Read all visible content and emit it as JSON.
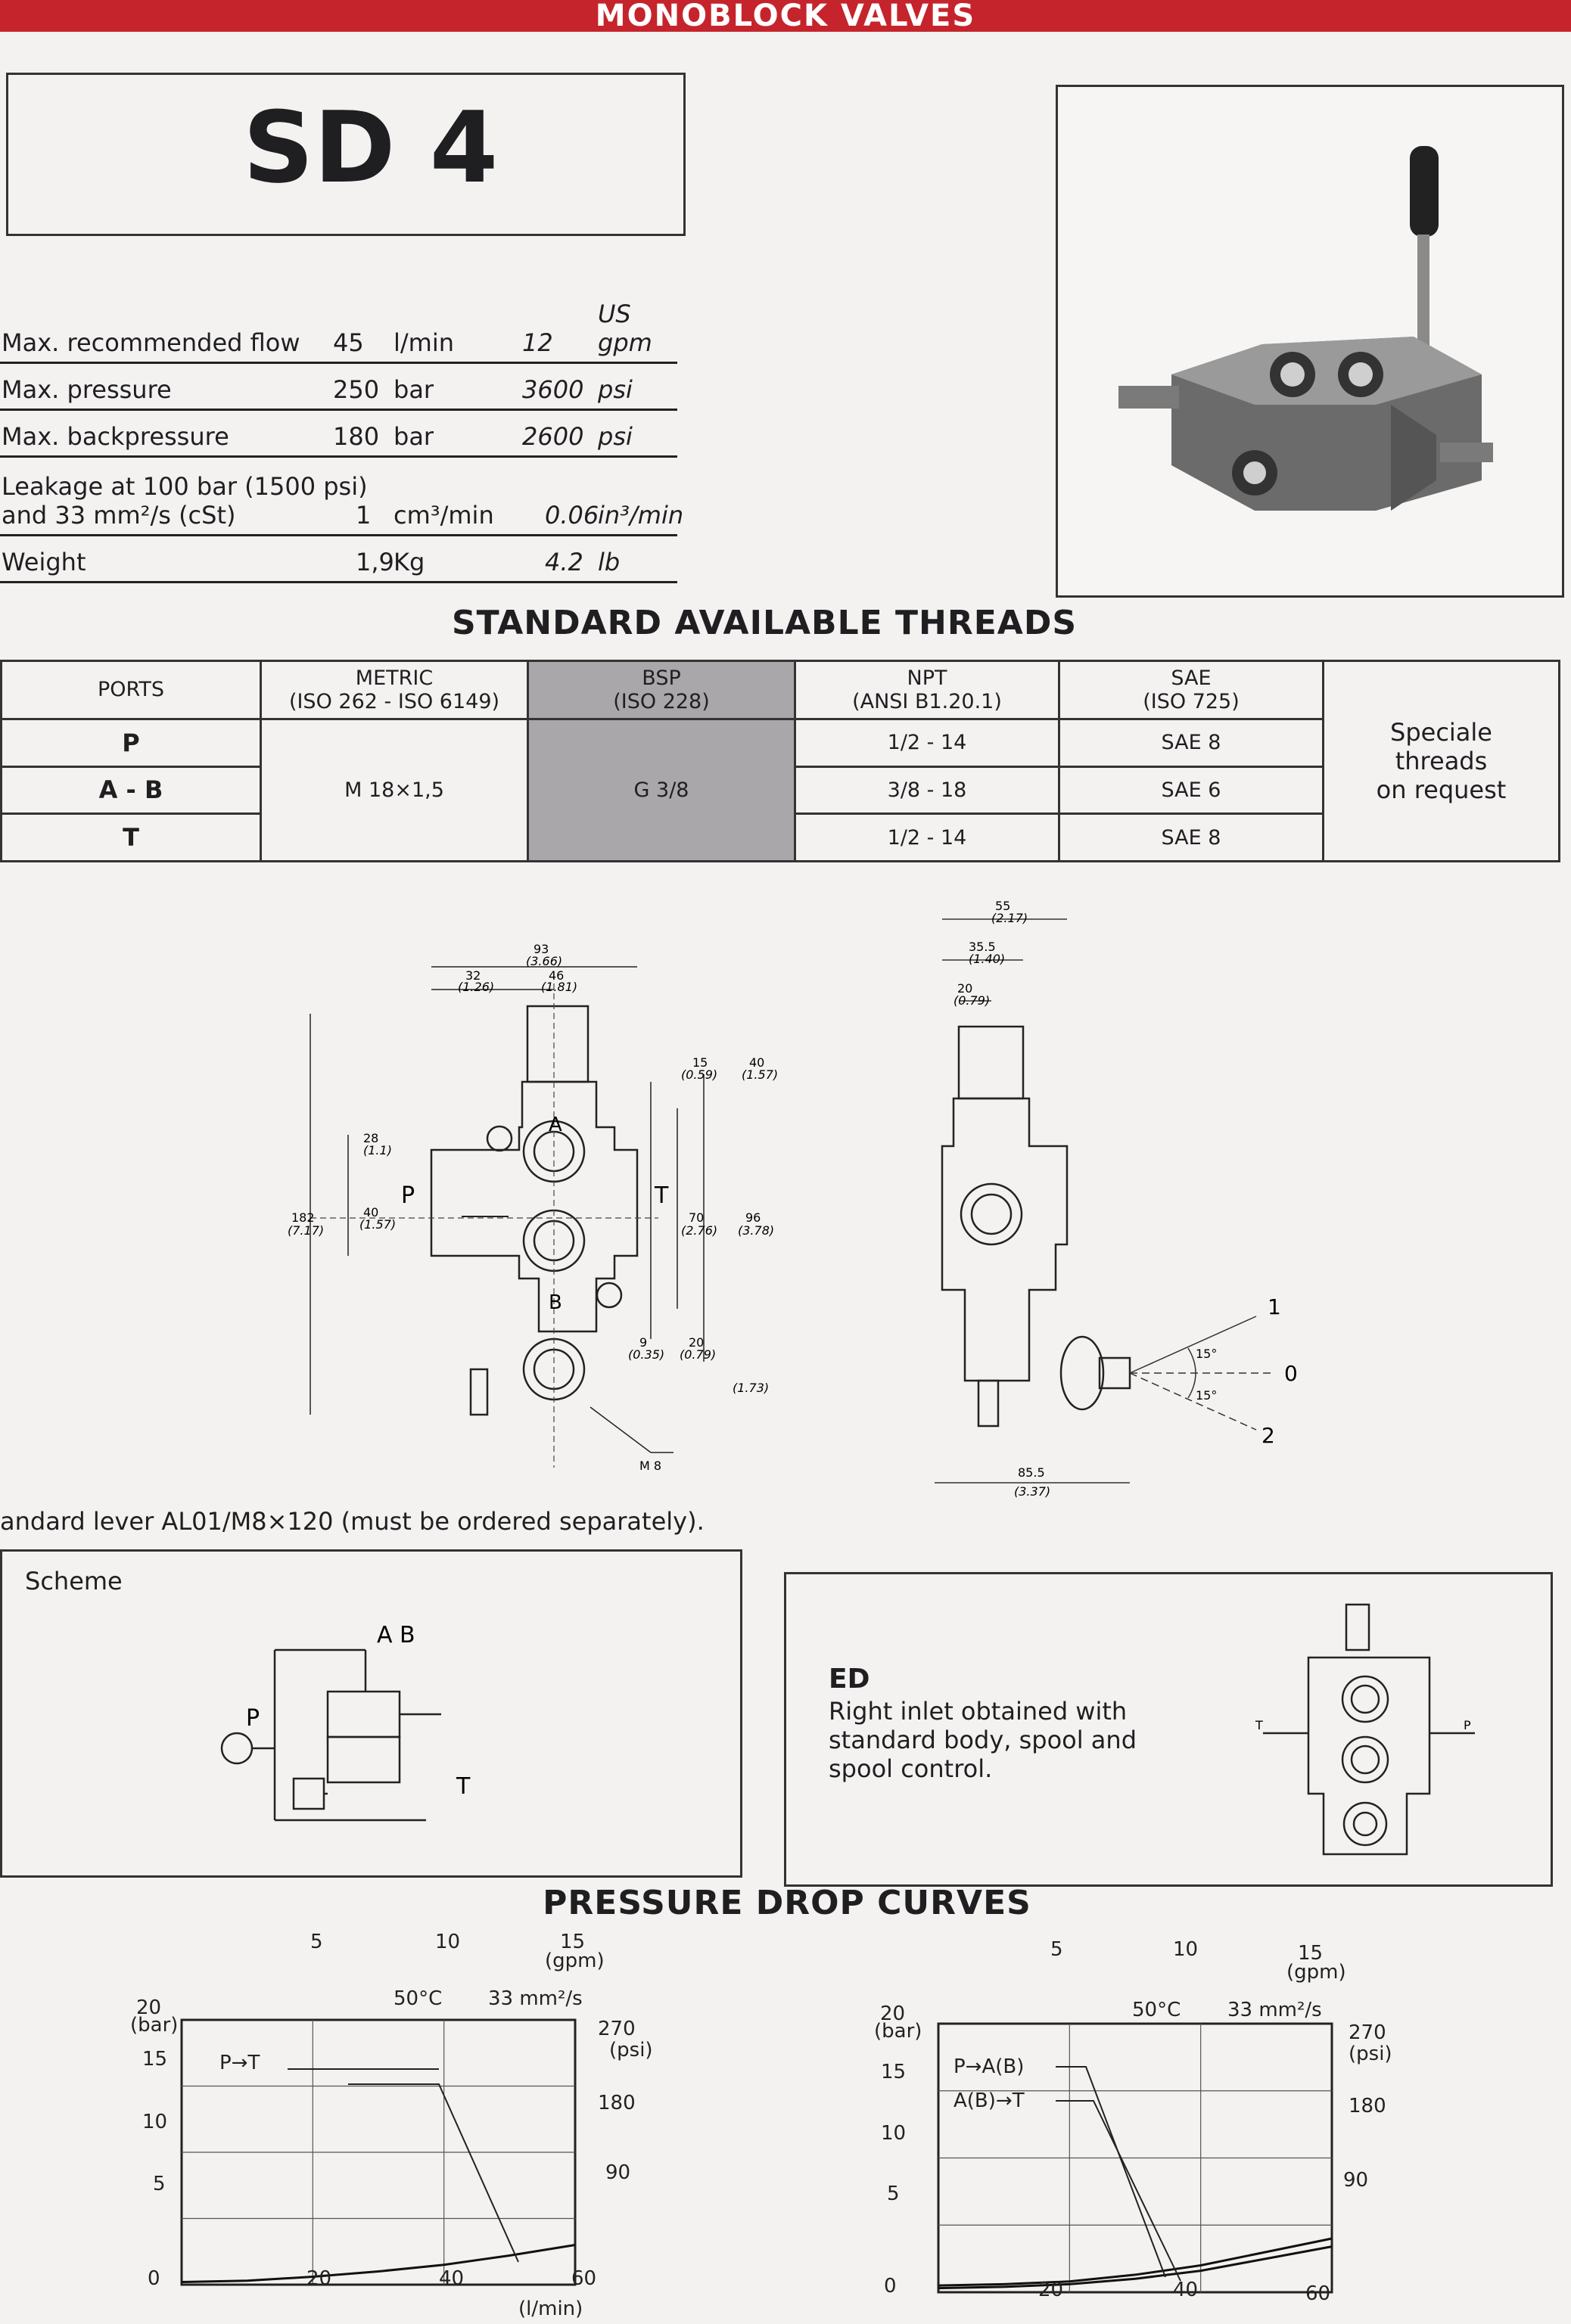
{
  "header": {
    "title": "MONOBLOCK VALVES"
  },
  "model": {
    "name": "SD 4"
  },
  "specs": [
    {
      "label": "Max. recommended flow",
      "metric_value": "45",
      "metric_unit": "l/min",
      "us_value": "12",
      "us_unit": "US gpm"
    },
    {
      "label": "Max. pressure",
      "metric_value": "250",
      "metric_unit": "bar",
      "us_value": "3600",
      "us_unit": "psi"
    },
    {
      "label": "Max. backpressure",
      "metric_value": "180",
      "metric_unit": "bar",
      "us_value": "2600",
      "us_unit": "psi"
    },
    {
      "label_line1": "Leakage at 100 bar (1500 psi)",
      "label_line2": "and 33 mm²/s (cSt)",
      "metric_value": "1",
      "metric_unit": "cm³/min",
      "us_value": "0.06",
      "us_unit": "in³/min"
    },
    {
      "label": "Weight",
      "metric_value": "1,9",
      "metric_unit": "Kg",
      "us_value": "4.2",
      "us_unit": "lb"
    }
  ],
  "threads": {
    "title": "STANDARD AVAILABLE THREADS",
    "headers": {
      "ports": "PORTS",
      "metric": "METRIC",
      "metric_std": "(ISO 262 - ISO 6149)",
      "bsp": "BSP",
      "bsp_std": "(ISO 228)",
      "npt": "NPT",
      "npt_std": "(ANSI B1.20.1)",
      "sae": "SAE",
      "sae_std": "(ISO 725)"
    },
    "rows": [
      {
        "port": "P",
        "npt": "1/2 - 14",
        "sae": "SAE 8"
      },
      {
        "port": "A - B",
        "npt": "3/8 - 18",
        "sae": "SAE 6"
      },
      {
        "port": "T",
        "npt": "1/2 - 14",
        "sae": "SAE 8"
      }
    ],
    "metric_all": "M 18×1,5",
    "bsp_all": "G 3/8",
    "special_line1": "Speciale",
    "special_line2": "threads",
    "special_line3": "on request"
  },
  "front_drawing": {
    "dims": {
      "d93": "93",
      "d93in": "(3.66)",
      "d32": "32",
      "d32in": "(1.26)",
      "d46": "46",
      "d46in": "(1.81)",
      "d182": "182",
      "d182in": "(7.17)",
      "d28": "28",
      "d28in": "(1.1)",
      "d40": "40",
      "d40in": "(1.57)",
      "d15": "15",
      "d15in": "(0.59)",
      "d40b": "40",
      "d40bin": "(1.57)",
      "d70": "70",
      "d70in": "(2.76)",
      "d96": "96",
      "d96in": "(3.78)",
      "d9": "9",
      "d9in": "(0.35)",
      "d20": "20",
      "d20in": "(0.79)",
      "d44in": "(1.73)",
      "thread": "M 8"
    },
    "ports": {
      "a": "A",
      "b": "B",
      "p": "P",
      "t": "T"
    }
  },
  "side_drawing": {
    "dims": {
      "d55": "55",
      "d55in": "(2.17)",
      "d355": "35.5",
      "d355in": "(1.40)",
      "d20": "20",
      "d20in": "(0.79)",
      "d855": "85.5",
      "d855in": "(3.37)",
      "a15": "15°",
      "a15b": "15°"
    },
    "positions": {
      "p1": "1",
      "p0": "0",
      "p2": "2"
    }
  },
  "lever_note": "andard lever AL01/M8×120 (must be ordered separately).",
  "scheme": {
    "title": "Scheme",
    "ab": "A B",
    "p": "P",
    "t": "T"
  },
  "ed": {
    "title": "ED",
    "description": "Right inlet obtained with standard body, spool and spool control.",
    "img_labels": {
      "t": "T",
      "p": "P"
    }
  },
  "pressure_drop": {
    "title": "PRESSURE DROP CURVES",
    "left": {
      "top_ticks": [
        "5",
        "10",
        "15"
      ],
      "top_unit": "(gpm)",
      "bottom_ticks": [
        "0",
        "20",
        "40",
        "60"
      ],
      "bottom_unit": "(l/min)",
      "left_ticks": [
        "5",
        "10",
        "15",
        "20"
      ],
      "left_unit": "(bar)",
      "right_ticks": [
        "90",
        "180",
        "270"
      ],
      "right_unit": "(psi)",
      "condition_temp": "50°C",
      "condition_visc": "33 mm²/s",
      "curve1_label": "P→T"
    },
    "right": {
      "top_ticks": [
        "5",
        "10",
        "15"
      ],
      "top_unit": "(gpm)",
      "bottom_ticks": [
        "0",
        "20",
        "40",
        "60"
      ],
      "left_ticks": [
        "5",
        "10",
        "15",
        "20"
      ],
      "left_unit": "(bar)",
      "right_ticks": [
        "90",
        "180",
        "270"
      ],
      "right_unit": "(psi)",
      "condition_temp": "50°C",
      "condition_visc": "33 mm²/s",
      "curve1_label": "P→A(B)",
      "curve2_label": "A(B)→T"
    }
  },
  "chart_data": [
    {
      "type": "line",
      "xlabel": "(l/min)",
      "ylabel": "(bar)",
      "xlim": [
        0,
        60
      ],
      "ylim": [
        0,
        20
      ],
      "series": [
        {
          "name": "P→T",
          "x": [
            0,
            10,
            20,
            30,
            40,
            50,
            60
          ],
          "y": [
            0.2,
            0.3,
            0.6,
            1.0,
            1.5,
            2.2,
            3.0
          ]
        }
      ]
    },
    {
      "type": "line",
      "xlabel": "",
      "ylabel": "(bar)",
      "xlim": [
        0,
        60
      ],
      "ylim": [
        0,
        20
      ],
      "series": [
        {
          "name": "P→A(B)",
          "x": [
            0,
            10,
            20,
            30,
            40,
            50,
            60
          ],
          "y": [
            0.5,
            0.6,
            0.8,
            1.3,
            2.0,
            3.0,
            4.0
          ]
        },
        {
          "name": "A(B)→T",
          "x": [
            0,
            10,
            20,
            30,
            40,
            50,
            60
          ],
          "y": [
            0.3,
            0.4,
            0.6,
            1.0,
            1.6,
            2.5,
            3.4
          ]
        }
      ]
    }
  ]
}
